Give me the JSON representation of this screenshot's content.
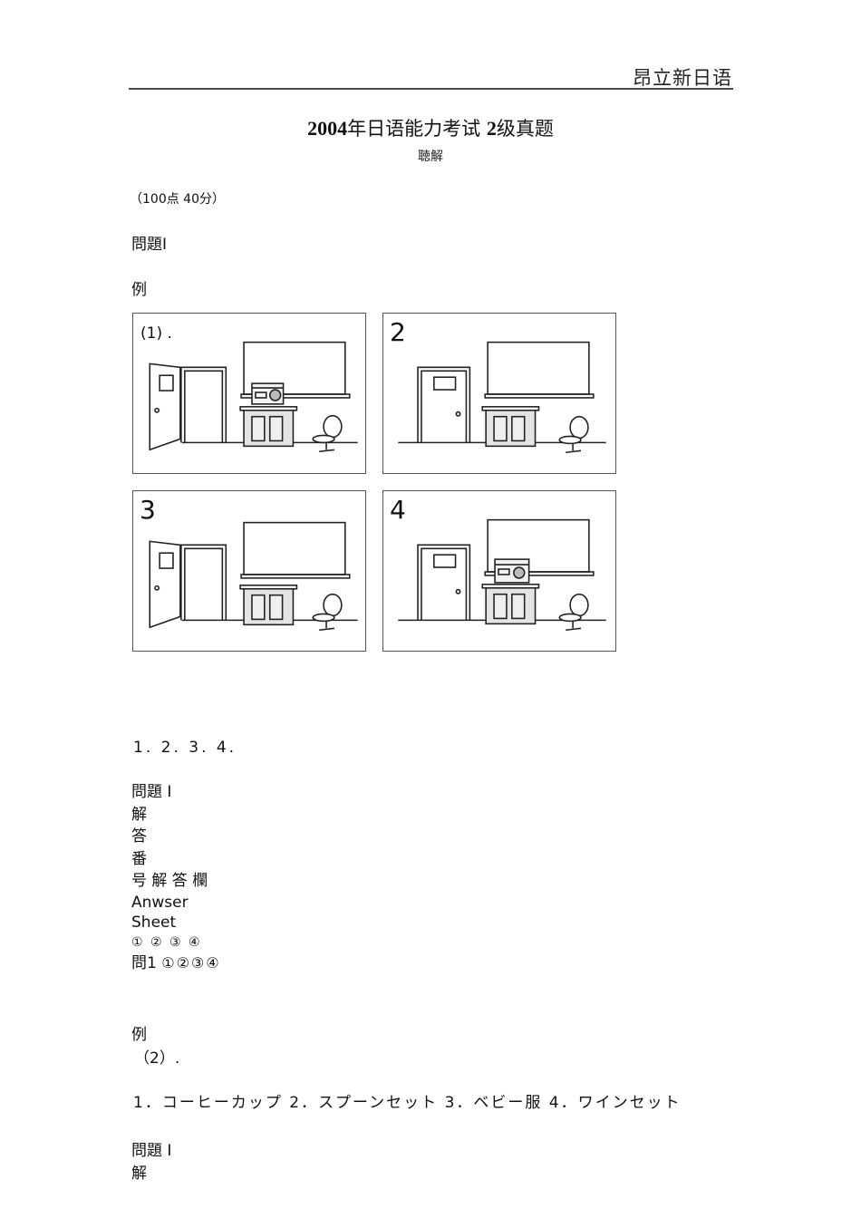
{
  "header": {
    "brand": "昂立新日语"
  },
  "title": {
    "year": "2004",
    "text1": "年日语能力考试",
    "level": "2",
    "text2": "级真题",
    "subtitle": "聴解"
  },
  "exam_info": "（100点  40分）",
  "section1": {
    "heading": "問題Ⅰ",
    "example_label": "例",
    "question_label": "(1)  .",
    "panels": [
      {
        "number": "",
        "door": "open",
        "radio": true
      },
      {
        "number": "2",
        "door": "closed",
        "radio": false
      },
      {
        "number": "3",
        "door": "open",
        "radio": false
      },
      {
        "number": "4",
        "door": "closed",
        "radio": true
      }
    ],
    "choices": "1.  2.  3.  4."
  },
  "answer_sheet": {
    "lines": [
      "問題 Ⅰ",
      "解",
      "答",
      "番",
      "号 解 答 欄",
      "Anwser",
      "Sheet"
    ],
    "circles_header": "① ② ③ ④",
    "row_label": "問1",
    "row_circles": "①②③④"
  },
  "section2": {
    "example_label": "例",
    "question_label": "（2）.",
    "choices": "1．コーヒーカップ 2．スプーンセット 3．ベビー服 4．ワインセット"
  },
  "section3": {
    "heading": "問題 Ⅰ",
    "line1": "解"
  }
}
